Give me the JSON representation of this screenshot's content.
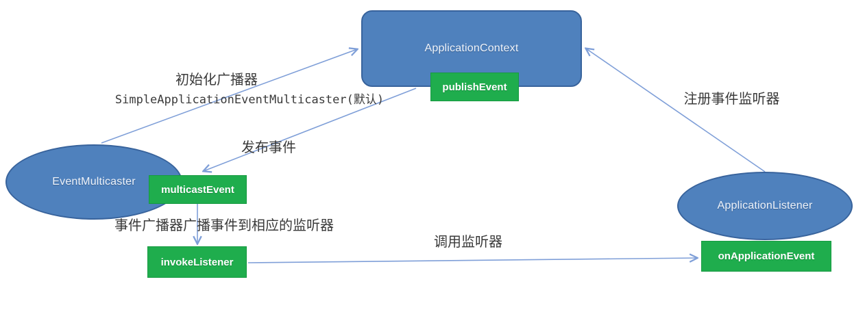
{
  "diagram": {
    "nodes": {
      "application_context": {
        "label": "ApplicationContext",
        "shape": "rounded-rect"
      },
      "event_multicaster": {
        "label": "EventMulticaster",
        "shape": "ellipse"
      },
      "application_listener": {
        "label": "ApplicationListener",
        "shape": "ellipse"
      }
    },
    "badges": {
      "publish_event": {
        "label": "publishEvent"
      },
      "multicast_event": {
        "label": "multicastEvent"
      },
      "invoke_listener": {
        "label": "invokeListener"
      },
      "on_application_event": {
        "label": "onApplicationEvent"
      }
    },
    "edges": {
      "init_multicaster": {
        "from": "event_multicaster",
        "to": "application_context",
        "label_line1": "初始化广播器",
        "label_line2": "SimpleApplicationEventMulticaster(默认)"
      },
      "publish": {
        "from": "application_context",
        "to": "multicast_event",
        "label": "发布事件"
      },
      "register_listener": {
        "from": "application_listener",
        "to": "application_context",
        "label": "注册事件监听器"
      },
      "broadcast": {
        "from": "multicast_event",
        "to": "invoke_listener",
        "label": "事件广播器广播事件到相应的监听器"
      },
      "invoke": {
        "from": "invoke_listener",
        "to": "on_application_event",
        "label": "调用监听器"
      }
    },
    "colors": {
      "node_fill": "#4f81bd",
      "node_border": "#38639c",
      "badge_fill": "#1fad4d",
      "badge_border": "#179a41",
      "arrow": "#7f9fd8",
      "label_text": "#3a3a3a",
      "background": "#ffffff"
    }
  }
}
